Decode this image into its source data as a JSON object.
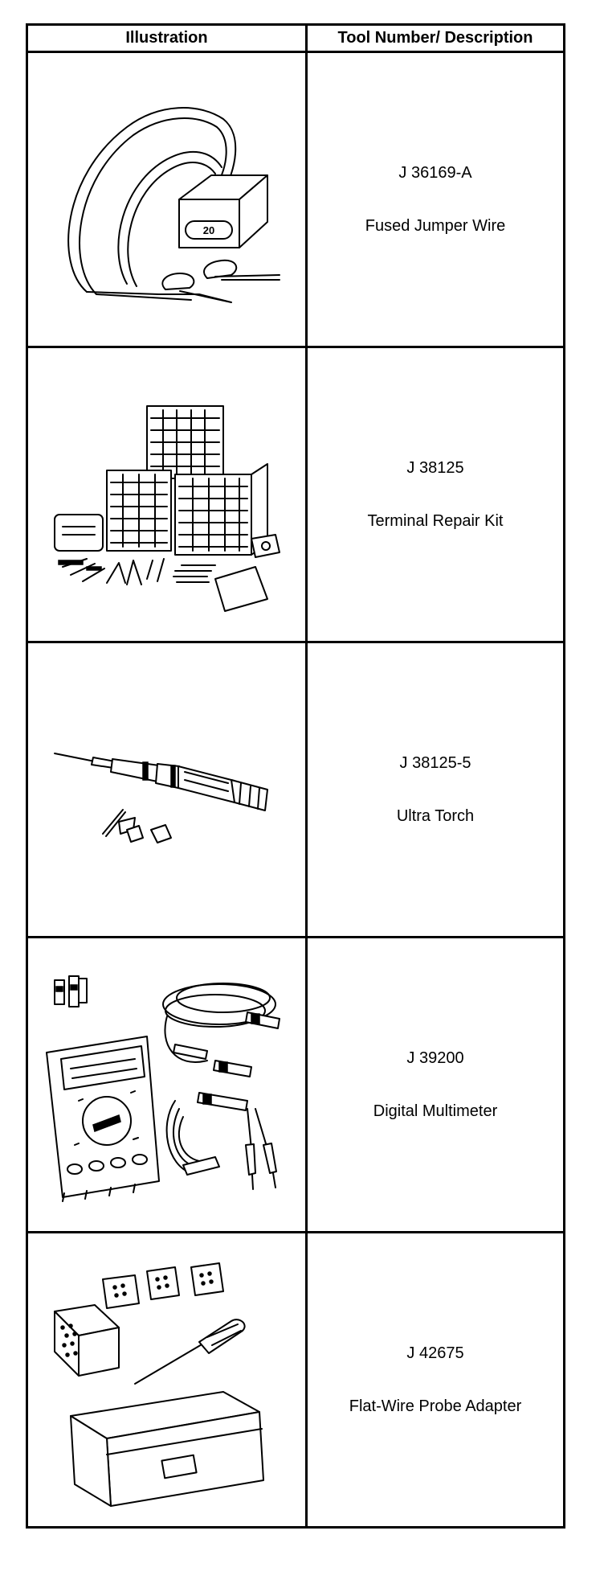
{
  "table": {
    "header": {
      "illustration": "Illustration",
      "description": "Tool Number/ Description"
    },
    "rows": [
      {
        "tool_number": "J 36169-A",
        "description": "Fused Jumper Wire",
        "illustration_text": "20",
        "icon": "fused-jumper-wire-icon"
      },
      {
        "tool_number": "J 38125",
        "description": "Terminal Repair Kit",
        "icon": "terminal-repair-kit-icon"
      },
      {
        "tool_number": "J 38125-5",
        "description": "Ultra Torch",
        "icon": "ultra-torch-icon"
      },
      {
        "tool_number": "J 39200",
        "description": "Digital Multimeter",
        "icon": "digital-multimeter-icon"
      },
      {
        "tool_number": "J 42675",
        "description": "Flat-Wire Probe Adapter",
        "icon": "flat-wire-probe-adapter-icon"
      }
    ]
  }
}
